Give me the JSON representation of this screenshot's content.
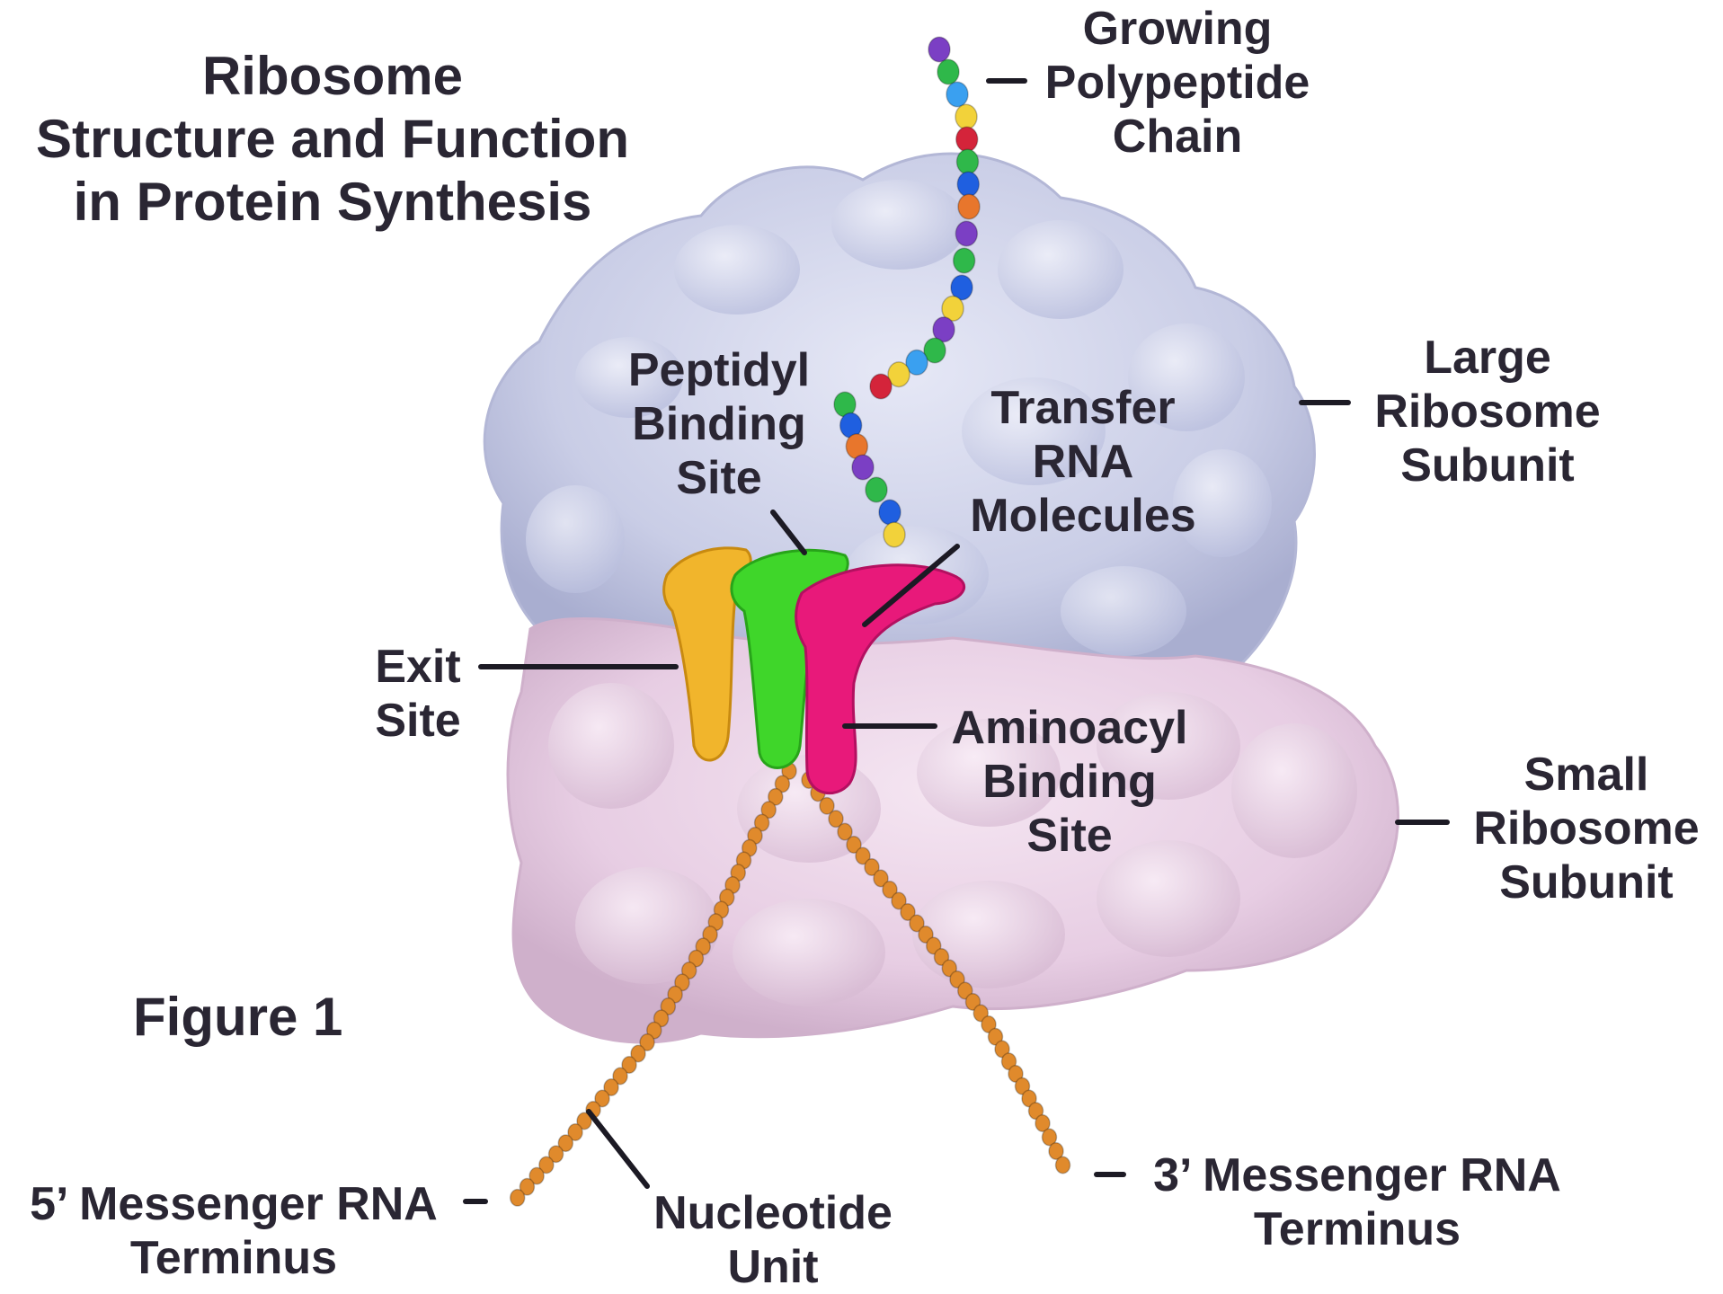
{
  "title": [
    "Ribosome",
    "Structure and Function",
    "in Protein Synthesis"
  ],
  "figure_label": "Figure 1",
  "labels": {
    "growing_chain": [
      "Growing",
      "Polypeptide",
      "Chain"
    ],
    "large_subunit": [
      "Large",
      "Ribosome",
      "Subunit"
    ],
    "small_subunit": [
      "Small",
      "Ribosome",
      "Subunit"
    ],
    "peptidyl_site": [
      "Peptidyl",
      "Binding",
      "Site"
    ],
    "transfer_rna": [
      "Transfer",
      "RNA",
      "Molecules"
    ],
    "exit_site": [
      "Exit",
      "Site"
    ],
    "aminoacyl_site": [
      "Aminoacyl",
      "Binding",
      "Site"
    ],
    "five_prime": [
      "5’ Messenger RNA",
      "Terminus"
    ],
    "nucleotide": [
      "Nucleotide",
      "Unit"
    ],
    "three_prime": [
      "3’ Messenger RNA",
      "Terminus"
    ]
  },
  "colors": {
    "large_subunit": "#c9cde6",
    "small_subunit": "#e7cde3",
    "exit_trna": "#f1b52c",
    "peptidyl_trna": "#3fd62a",
    "aminoacyl_trna": "#e8197a",
    "mrna": "#e08a2c",
    "label_text": "#2a2633",
    "leader_line": "#1c1a24"
  },
  "polypeptide_bead_colors": [
    "#7b3fc4",
    "#2fb84a",
    "#3aa0f0",
    "#f2d23a",
    "#d4243a",
    "#2fb84a",
    "#1f5fe0",
    "#e8762c",
    "#7b3fc4",
    "#2fb84a",
    "#1f5fe0",
    "#f2d23a"
  ]
}
